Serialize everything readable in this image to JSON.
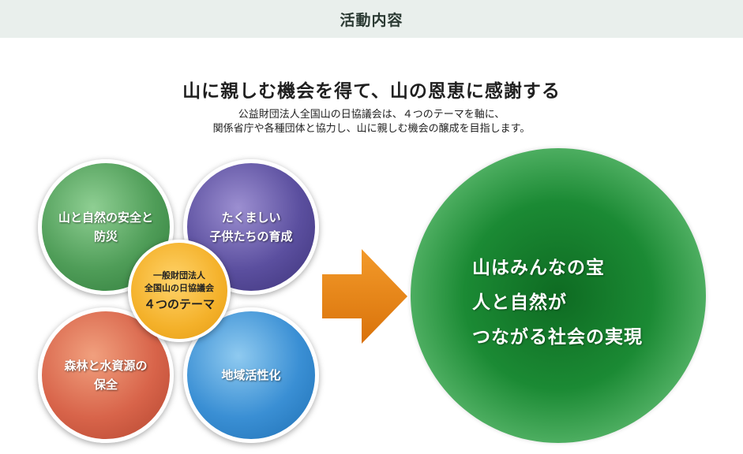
{
  "header": {
    "title": "活動内容"
  },
  "intro": {
    "heading": "山に親しむ機会を得て、山の恩恵に感謝する",
    "lines": [
      "公益財団法人全国山の日協議会は、４つのテーマを軸に、",
      "関係省庁や各種団体と協力し、山に親しむ機会の醸成を目指します。"
    ]
  },
  "themes": [
    {
      "label": "山と自然の安全と\n防災",
      "color": "#4f9d58"
    },
    {
      "label": "たくましい\n子供たちの育成",
      "color": "#5b4f9f"
    },
    {
      "label": "森林と水資源の\n保全",
      "color": "#d8644a"
    },
    {
      "label": "地域活性化",
      "color": "#3a8fd4"
    }
  ],
  "center": {
    "line1": "一般財団法人",
    "line2": "全国山の日協議会",
    "line3": "４つのテーマ",
    "color": "#f4b12a"
  },
  "arrow": {
    "color": "#e4820f"
  },
  "goal": {
    "lines": [
      "山はみんなの宝",
      "人と自然が",
      "つながる社会の実現"
    ],
    "color": "#1b8a34"
  }
}
